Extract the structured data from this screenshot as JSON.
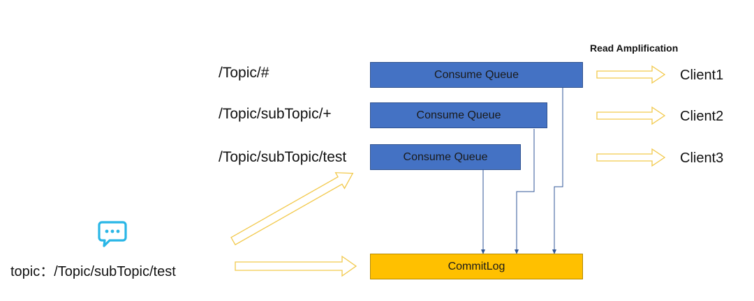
{
  "title": "Read Amplification",
  "topics": [
    {
      "label": "/Topic/#"
    },
    {
      "label": "/Topic/subTopic/+"
    },
    {
      "label": "/Topic/subTopic/test"
    }
  ],
  "consume_queues": [
    {
      "label": "Consume Queue"
    },
    {
      "label": "Consume Queue"
    },
    {
      "label": "Consume Queue"
    }
  ],
  "clients": [
    {
      "label": "Client1"
    },
    {
      "label": "Client2"
    },
    {
      "label": "Client3"
    }
  ],
  "commit_log": {
    "label": "CommitLog"
  },
  "message": {
    "label": "topic：/Topic/subTopic/test",
    "icon": "chat-bubble-icon"
  },
  "colors": {
    "consume_queue": "#4472c4",
    "commit_log": "#ffc000",
    "arrow_outline": "#f2c94c",
    "connector": "#2f5597",
    "icon": "#29b6e6"
  }
}
